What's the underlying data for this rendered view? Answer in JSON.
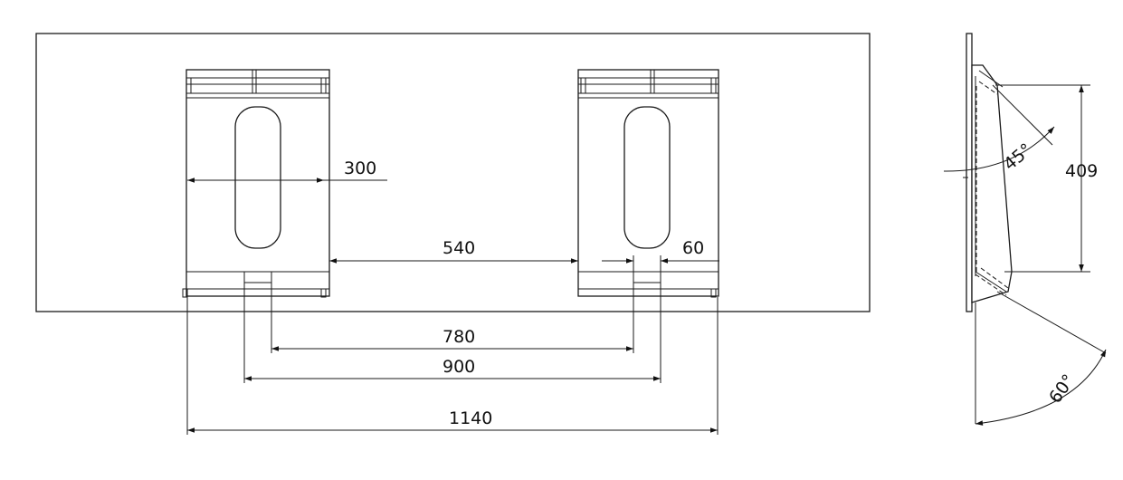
{
  "dimensions": {
    "bracket_width": "300",
    "gap_between_brackets": "540",
    "slot_width": "60",
    "inner_slot_spacing": "780",
    "outer_slot_spacing": "900",
    "overall_width": "1140",
    "side_height": "409",
    "side_angle_upper": "45°",
    "side_angle_lower": "60°"
  },
  "colors": {
    "line": "#1a1a1a",
    "background": "#ffffff"
  }
}
